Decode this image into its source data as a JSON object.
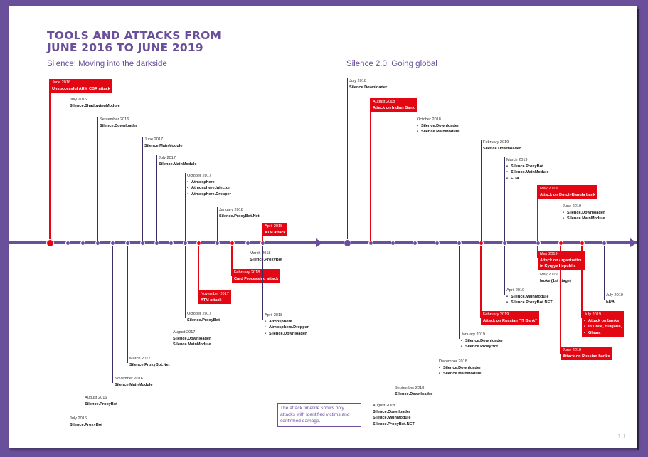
{
  "title_lines": [
    "TOOLS AND ATTACKS FROM",
    "JUNE 2016 TO JUNE 2019"
  ],
  "sections": [
    "Silence: Moving into the darkside",
    "Silence 2.0: Going global"
  ],
  "colors": {
    "brand": "#6a4f9a",
    "attack": "#e30613",
    "text": "#111111"
  },
  "events": [
    {
      "date": "June 2016",
      "items": [
        "Unsuccessful ARM CBR attack"
      ],
      "attack": true
    },
    {
      "date": "July 2016",
      "items": [
        "Silence.ShadowingModule"
      ],
      "attack": false
    },
    {
      "date": "September 2016",
      "items": [
        "Silence.Downloader"
      ],
      "attack": false
    },
    {
      "date": "June 2017",
      "items": [
        "Silence.MainModule"
      ],
      "attack": false
    },
    {
      "date": "July 2017",
      "items": [
        "Silence.MainModule"
      ],
      "attack": false
    },
    {
      "date": "October 2017",
      "items": [
        "Atmosphere",
        "Atmosphere.Injector",
        "Atmosphere.Dropper"
      ],
      "attack": false,
      "bullets": true
    },
    {
      "date": "January 2018",
      "items": [
        "Silence.ProxyBot.Net"
      ],
      "attack": false
    },
    {
      "date": "April 2018",
      "items": [
        "ATM attack"
      ],
      "attack": true
    },
    {
      "date": "July 2016",
      "items": [
        "Silence.ProxyBot"
      ],
      "attack": false
    },
    {
      "date": "August 2016",
      "items": [
        "Silence.ProxyBot"
      ],
      "attack": false
    },
    {
      "date": "November 2016",
      "items": [
        "Silence.MainModule"
      ],
      "attack": false
    },
    {
      "date": "March 2017",
      "items": [
        "Silence.ProxyBot.Net"
      ],
      "attack": false
    },
    {
      "date": "August 2017",
      "items": [
        "Silence.Downloader",
        "Silence.MainModule"
      ],
      "attack": false
    },
    {
      "date": "October 2017",
      "items": [
        "Silence.ProxyBot"
      ],
      "attack": false
    },
    {
      "date": "November 2017",
      "items": [
        "ATM attack"
      ],
      "attack": true
    },
    {
      "date": "February 2018",
      "items": [
        "Card Processing attack"
      ],
      "attack": true
    },
    {
      "date": "March 2018",
      "items": [
        "Silence.ProxyBot"
      ],
      "attack": false
    },
    {
      "date": "April 2018",
      "items": [
        "Atmosphere",
        "Atmosphere.Dropper",
        "Silence.Downloader"
      ],
      "attack": false,
      "bullets": true
    },
    {
      "date": "July 2018",
      "items": [
        "Silence.Downloader"
      ],
      "attack": false
    },
    {
      "date": "August 2018",
      "items": [
        "Attack on Indian Bank"
      ],
      "attack": true
    },
    {
      "date": "October 2018",
      "items": [
        "Silence.Downloader",
        "Silence.MainModule"
      ],
      "attack": false,
      "bullets": true
    },
    {
      "date": "February 2019",
      "items": [
        "Silence.Downloader"
      ],
      "attack": false
    },
    {
      "date": "March 2019",
      "items": [
        "Silence.ProxyBot",
        "Silence.MainModule",
        "EDA"
      ],
      "attack": false,
      "bullets": true
    },
    {
      "date": "May 2019",
      "items": [
        "Attack on Dutch-Bangla bank"
      ],
      "attack": true
    },
    {
      "date": "June 2019",
      "items": [
        "Silence.Downloader",
        "Silence.MainModule"
      ],
      "attack": false,
      "bullets": true
    },
    {
      "date": "August 2018",
      "items": [
        "Silence.Downloader",
        "Silence.MainModule",
        "Silence.ProxyBot.NET"
      ],
      "attack": false
    },
    {
      "date": "September 2018",
      "items": [
        "Silence.Downloader"
      ],
      "attack": false
    },
    {
      "date": "December 2018",
      "items": [
        "Silence.Downloader",
        "Silence.MainModule"
      ],
      "attack": false,
      "bullets": true
    },
    {
      "date": "January 2019",
      "items": [
        "Silence.Downloader",
        "Silence.ProxyBot"
      ],
      "attack": false,
      "bullets": true
    },
    {
      "date": "February 2019",
      "items": [
        "Attack on Russian \"IT Bank\""
      ],
      "attack": true
    },
    {
      "date": "April 2019",
      "items": [
        "Silence.MainModule",
        "Silence.ProxyBot.NET"
      ],
      "attack": false,
      "bullets": true
    },
    {
      "date": "May 2019",
      "items": [
        "Attack on organization",
        "in Kyrgyz Republic"
      ],
      "attack": true
    },
    {
      "date": "May 2019",
      "items": [
        "Ivoke (1st stage)"
      ],
      "attack": false
    },
    {
      "date": "June 2019",
      "items": [
        "Attack on Russian banks"
      ],
      "attack": true
    },
    {
      "date": "July 2019",
      "items": [
        "Attack on banks",
        "in Chile, Bulgaria,",
        "Ghana"
      ],
      "attack": true,
      "bullets": true
    },
    {
      "date": "July 2019",
      "items": [
        "EDA"
      ],
      "attack": false
    }
  ],
  "note": "The attack timeline shows only attacks with identified victims and confirmed damage.",
  "page_number": "13"
}
